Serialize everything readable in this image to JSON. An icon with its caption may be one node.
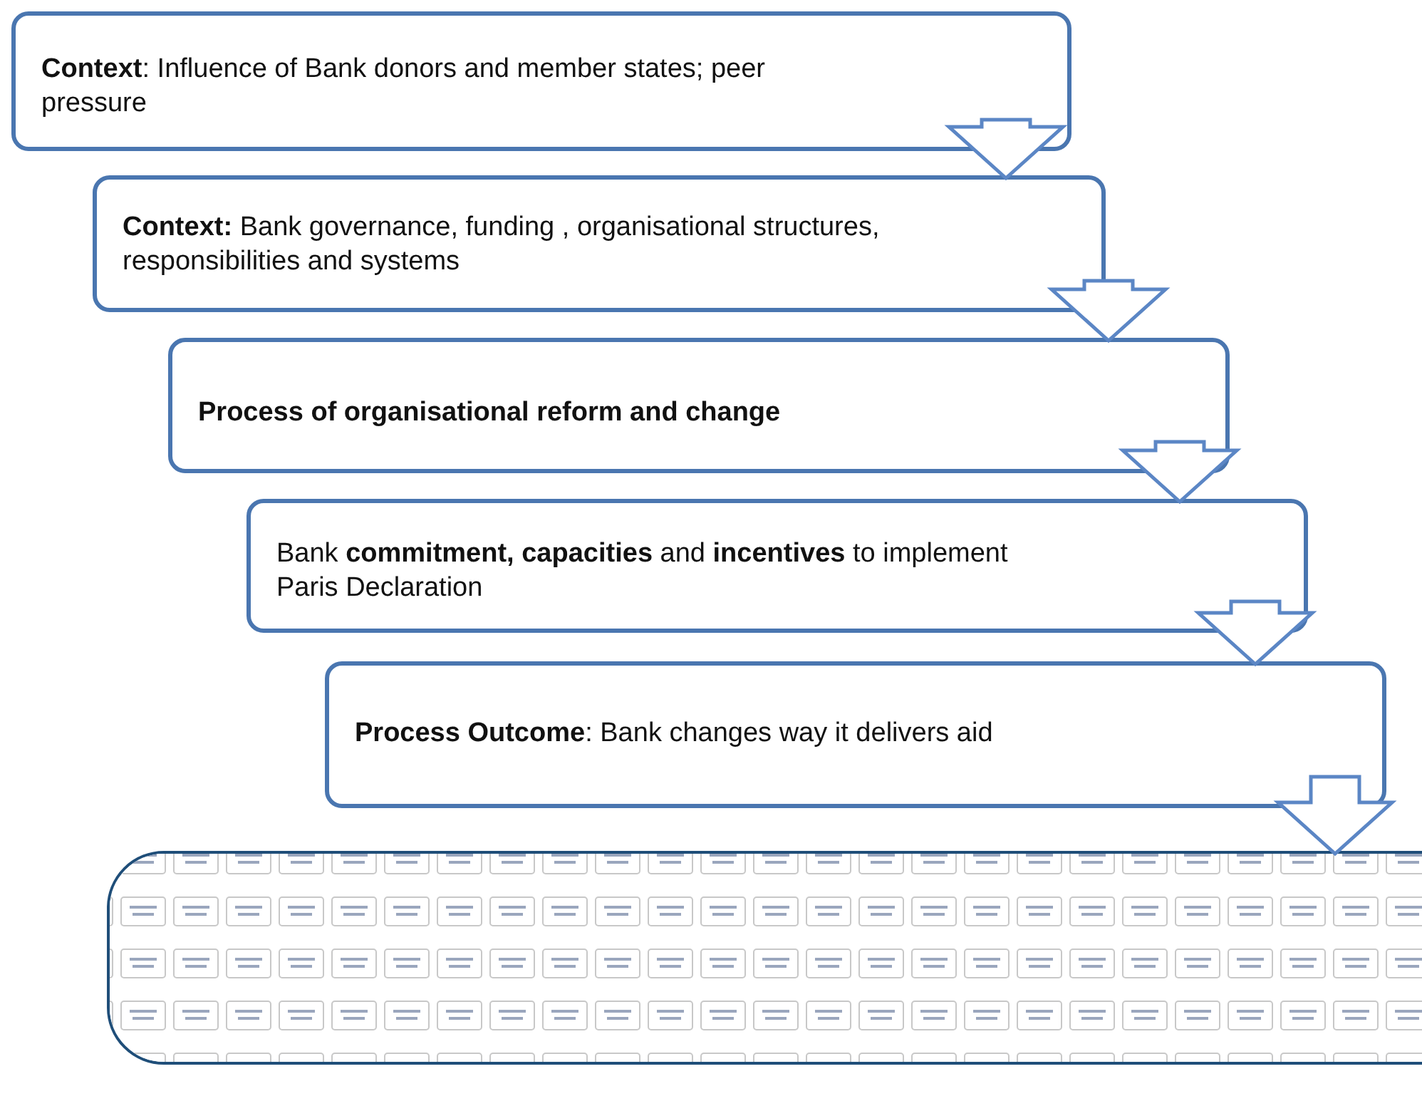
{
  "diagram": {
    "nodes": [
      {
        "text": [
          "**Context**: Influence of Bank donors and member states; peer pressure"
        ]
      },
      {
        "text": [
          "**Context:**  Bank governance, funding , organisational structures, responsibilities and systems"
        ]
      },
      {
        "text": [
          "Process of organisational reform and change"
        ]
      },
      {
        "text": [
          "Bank **commitment, capacities** and **incentives** to implement Paris Declaration"
        ]
      },
      {
        "text": [
          "**Process Outcome**: Bank changes way it delivers aid"
        ]
      },
      {
        "text": [],
        "shape": "box"
      }
    ],
    "edges": [
      {
        "from": 0,
        "to": 1,
        "arrow": "to"
      },
      {
        "from": 1,
        "to": 2,
        "arrow": "to"
      },
      {
        "from": 2,
        "to": 3,
        "arrow": "to"
      },
      {
        "from": 3,
        "to": 4,
        "arrow": "to"
      },
      {
        "from": 4,
        "to": 5,
        "arrow": "to"
      }
    ]
  }
}
